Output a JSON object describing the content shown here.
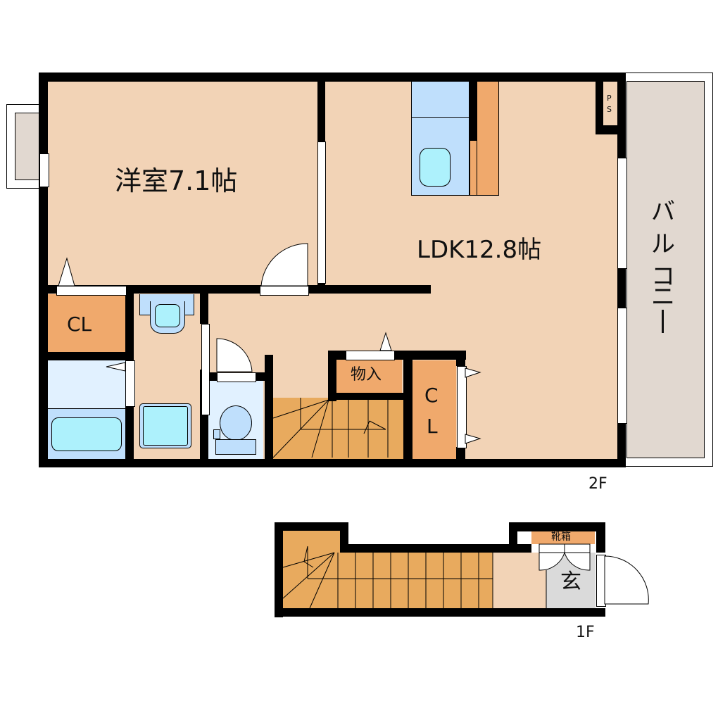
{
  "floor_2f": {
    "level_label": "2F",
    "rooms": {
      "western_room": "洋室7.1帖",
      "ldk": "LDK12.8帖",
      "closet_left": "CL",
      "closet_right_line1": "C",
      "closet_right_line2": "L",
      "storage": "物入",
      "pipe_space_line1": "P",
      "pipe_space_line2": "S",
      "balcony_chars": [
        "バ",
        "ル",
        "コ",
        "ニ",
        "ー"
      ]
    }
  },
  "floor_1f": {
    "level_label": "1F",
    "rooms": {
      "entrance": "玄",
      "shoe_box": "靴箱"
    }
  },
  "colors": {
    "floor": "#f2d3b6",
    "closet": "#f0a96c",
    "stairs": "#e8aa5e",
    "kitchen_fixture": "#bfdffc",
    "sink": "#adf1fc",
    "balcony": "#e1d8d0",
    "entrance": "#dadada",
    "wall": "#000000"
  }
}
